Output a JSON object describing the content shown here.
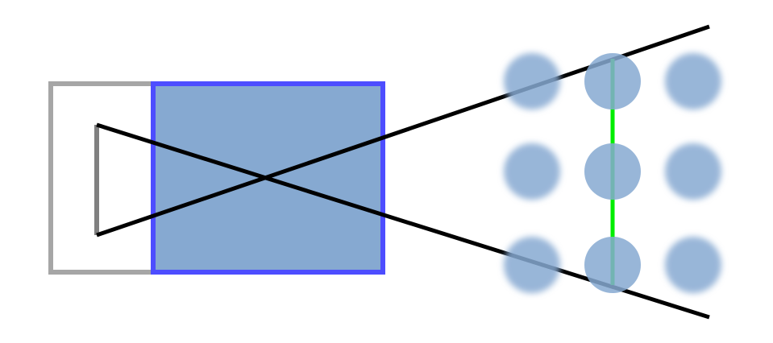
{
  "colors": {
    "camera_body_stroke": "#a6a6a6",
    "sensor": "#808080",
    "lens_stroke": "#4d4dff",
    "lens_fill": "#86a9d1",
    "rays": "#000000",
    "dots": "#86a9d1",
    "focus_plane": "#00ee00"
  },
  "dots": {
    "columns": [
      {
        "state": "blurred"
      },
      {
        "state": "in-focus"
      },
      {
        "state": "blurred"
      }
    ],
    "rows": 3
  }
}
